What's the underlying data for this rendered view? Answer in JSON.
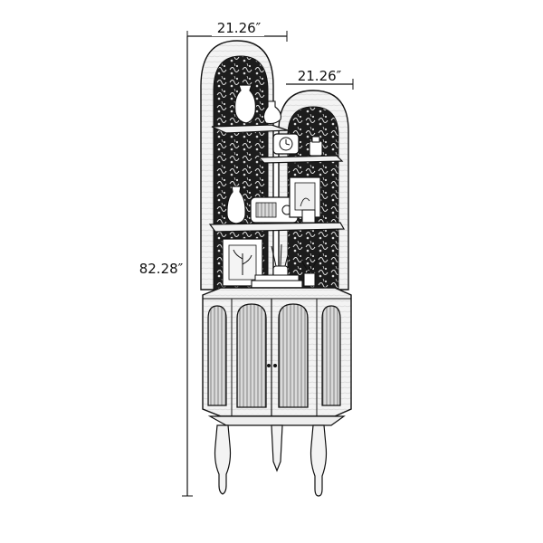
{
  "dimensions": {
    "back_width": "21.26″",
    "side_width": "21.26″",
    "height": "82.28″"
  },
  "colors": {
    "ink": "#111111",
    "wood": "#f3f3f3",
    "pattern": "#1c1c1c",
    "background": "#ffffff"
  },
  "icons": [
    "vase-icon",
    "clock-icon",
    "radio-icon",
    "picture-frame-icon",
    "reed-diffuser-icon"
  ]
}
